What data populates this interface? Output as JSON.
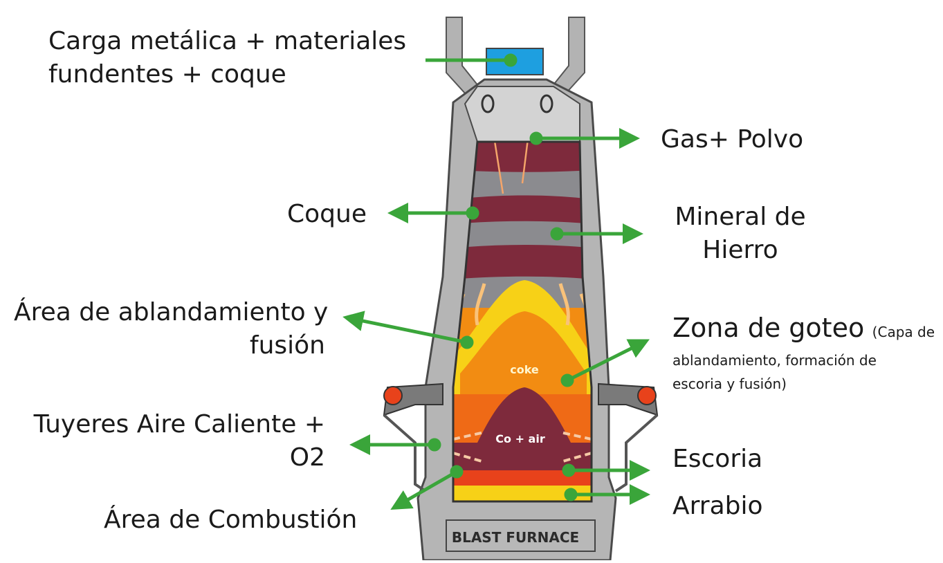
{
  "colors": {
    "arrow": "#3aa53a",
    "shell": "#a9a9a9",
    "shell_dark": "#5a5a5a",
    "maroon": "#7e2a3c",
    "grey_band": "#8b8b8f",
    "yellow": "#f7d117",
    "orange": "#f28c12",
    "red": "#e8421b",
    "hopper": "#1e9fe0"
  },
  "furnace": {
    "nameplate": "BLAST FURNACE",
    "coke_label": "coke",
    "tuyere_label": "Co + air"
  },
  "labels": {
    "charge": {
      "line1": "Carga metálica + materiales",
      "line2": "fundentes + coque"
    },
    "gas": "Gas+ Polvo",
    "coke": "Coque",
    "ore": {
      "line1": "Mineral de",
      "line2": "Hierro"
    },
    "softening": {
      "line1": "Área de ablandamiento y",
      "line2": "fusión"
    },
    "drip": {
      "main": "Zona de goteo",
      "note1": "(Capa de",
      "note2": "ablandamiento, formación de",
      "note3": "escoria y fusión)"
    },
    "tuyeres": {
      "line1": "Tuyeres Aire Caliente +",
      "line2": "O2"
    },
    "slag": "Escoria",
    "pig_iron": "Arrabio",
    "combustion": "Área de Combustión"
  }
}
